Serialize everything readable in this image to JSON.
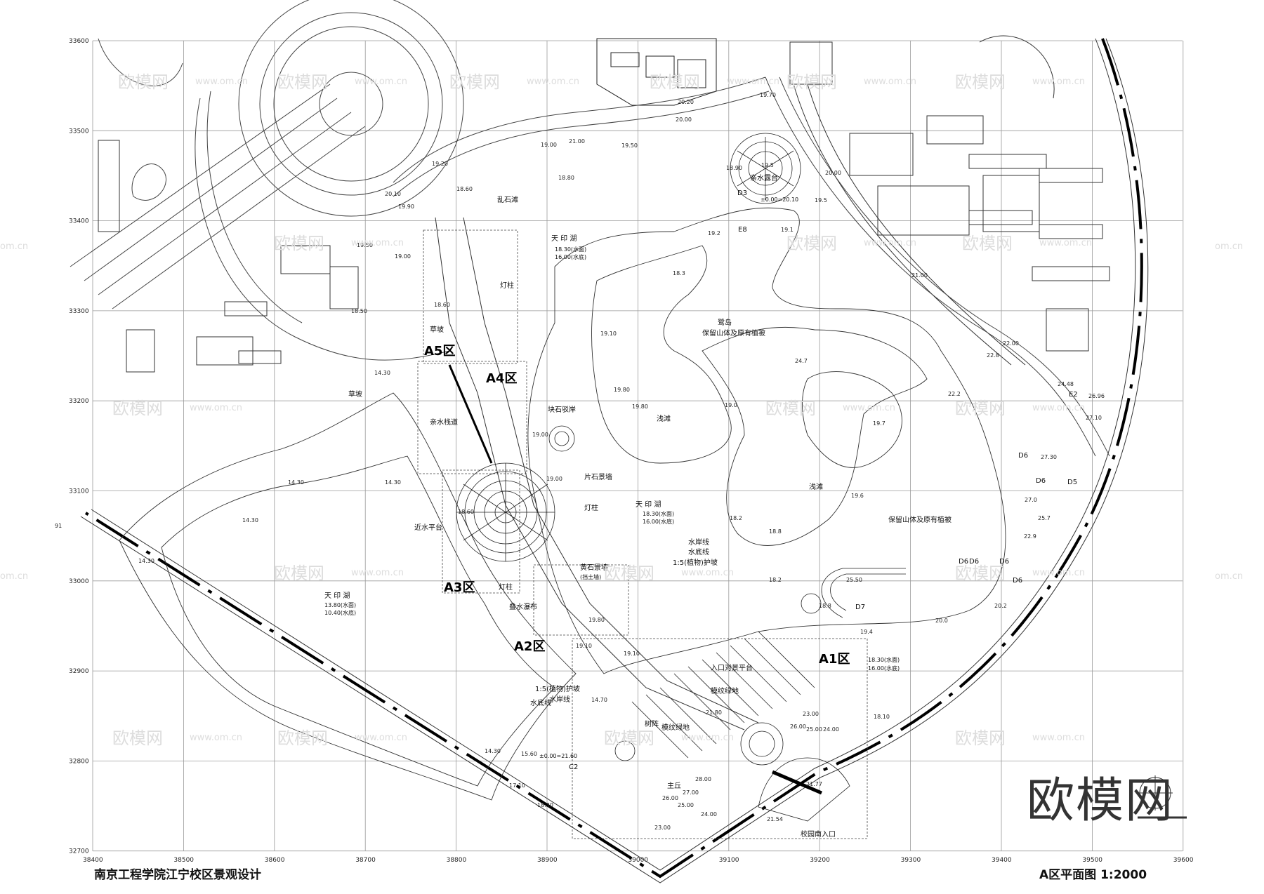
{
  "footer": {
    "project_title": "南京工程学院江宁校区景观设计",
    "sheet_title": "A区平面图 1:2000"
  },
  "brand": "欧模网",
  "watermark": {
    "text": "欧模网",
    "url": "www.om.cn",
    "url_short": "om.cn"
  },
  "axes": {
    "x_ticks": [
      "38400",
      "38500",
      "38600",
      "38700",
      "38800",
      "38900",
      "39000",
      "39100",
      "39200",
      "39300",
      "39400",
      "39500",
      "39600"
    ],
    "y_ticks": [
      "33600",
      "33500",
      "33400",
      "33300",
      "33200",
      "33100",
      "33000",
      "32900",
      "32800",
      "32700"
    ]
  },
  "zones": [
    {
      "label": "A5区"
    },
    {
      "label": "A4区"
    },
    {
      "label": "A3区"
    },
    {
      "label": "A2区"
    },
    {
      "label": "A1区"
    }
  ],
  "labels": {
    "luanshitan": "乱石滩",
    "tianyinhu_1": "天 印 湖",
    "water_1a": "18.30(水面)",
    "water_1b": "16.00(水底)",
    "dengzhu_1": "灯柱",
    "caopo_1": "草坡",
    "caopo_2": "草坡",
    "qinshui_zhandao": "亲水栈道",
    "kuaishi_boan": "块石驳岸",
    "pianshi_jingqiang": "片石景墙",
    "dengzhu_2": "灯柱",
    "tianyinhu_2": "天 印 湖",
    "water_2a": "18.30(水面)",
    "water_2b": "16.00(水底)",
    "jinshui_pingtai": "近水平台",
    "dengzhu_3": "灯柱",
    "huangshi_jingqiang": "黄石景墙",
    "dangtuqiang": "(挡土墙)",
    "dieshui_pubu": "叠水瀑布",
    "tianyinhu_3": "天 印 湖",
    "water_3a": "13.80(水面)",
    "water_3b": "10.40(水底)",
    "niaodao": "鹭岛",
    "baoliu_1": "保留山体及原有植被",
    "qiantan_1": "浅滩",
    "qiantan_2": "浅滩",
    "baoliu_2": "保留山体及原有植被",
    "anshui_line": "水岸线",
    "shuidi_line": "水底线",
    "hupo": "1:5(植物)护坡",
    "qinshui_lutai": "亲水露台",
    "rukou_pingtai": "入口对景平台",
    "moxiao_1": "模纹绿地",
    "moxiao_2": "模纹绿地",
    "shuzhen": "树阵",
    "zhuqiu": "主丘",
    "hupo_2": "1:5(植物)护坡",
    "anshui_2": "水岸线",
    "shuidi_2": "水底线",
    "nanrukou": "校园南入口",
    "water_4a": "18.30(水面)",
    "water_4b": "16.00(水底)",
    "d3": "D3",
    "d5": "D5",
    "d6a": "D6",
    "d6b": "D6",
    "d6c": "D6",
    "d6d": "D6",
    "d6e": "D6",
    "d6f": "D6",
    "d7": "D7",
    "e8": "E8",
    "e2": "E2",
    "c2": "C2",
    "el_pt": "±0.00=21.60",
    "el_pt2": "±0.00=20.10"
  },
  "elevations": [
    "20.20",
    "19.70",
    "20.00",
    "19.00",
    "21.00",
    "19.50",
    "19.20",
    "18.80",
    "18.60",
    "20.10",
    "19.90",
    "19.50",
    "19.00",
    "18.90",
    "19.5",
    "20.00",
    "19.5",
    "19.2",
    "19.1",
    "14.30",
    "18.60",
    "18.50",
    "18.3",
    "21.00",
    "19.10",
    "22.00",
    "24.7",
    "22.8",
    "14.30",
    "19.00",
    "19.80",
    "19.80",
    "22.2",
    "24.48",
    "26.96",
    "19.0",
    "27.10",
    "19.00",
    "18.60",
    "19.7",
    "27.30",
    "14.30",
    "19.6",
    "27.0",
    "14.30",
    "18.2",
    "18.8",
    "25.7",
    "22.9",
    "14.30",
    "18.2",
    "25.50",
    "18.8",
    "20.2",
    "19.4",
    "20.0",
    "19.80",
    "19.10",
    "19.10",
    "14.70",
    "21.80",
    "23.00",
    "26.00",
    "25.00",
    "24.00",
    "18.10",
    "14.30",
    "15.60",
    "17.10",
    "18.30",
    "28.00",
    "27.00",
    "26.00",
    "25.00",
    "24.00",
    "23.00",
    "21.77",
    "21.54",
    "91"
  ]
}
